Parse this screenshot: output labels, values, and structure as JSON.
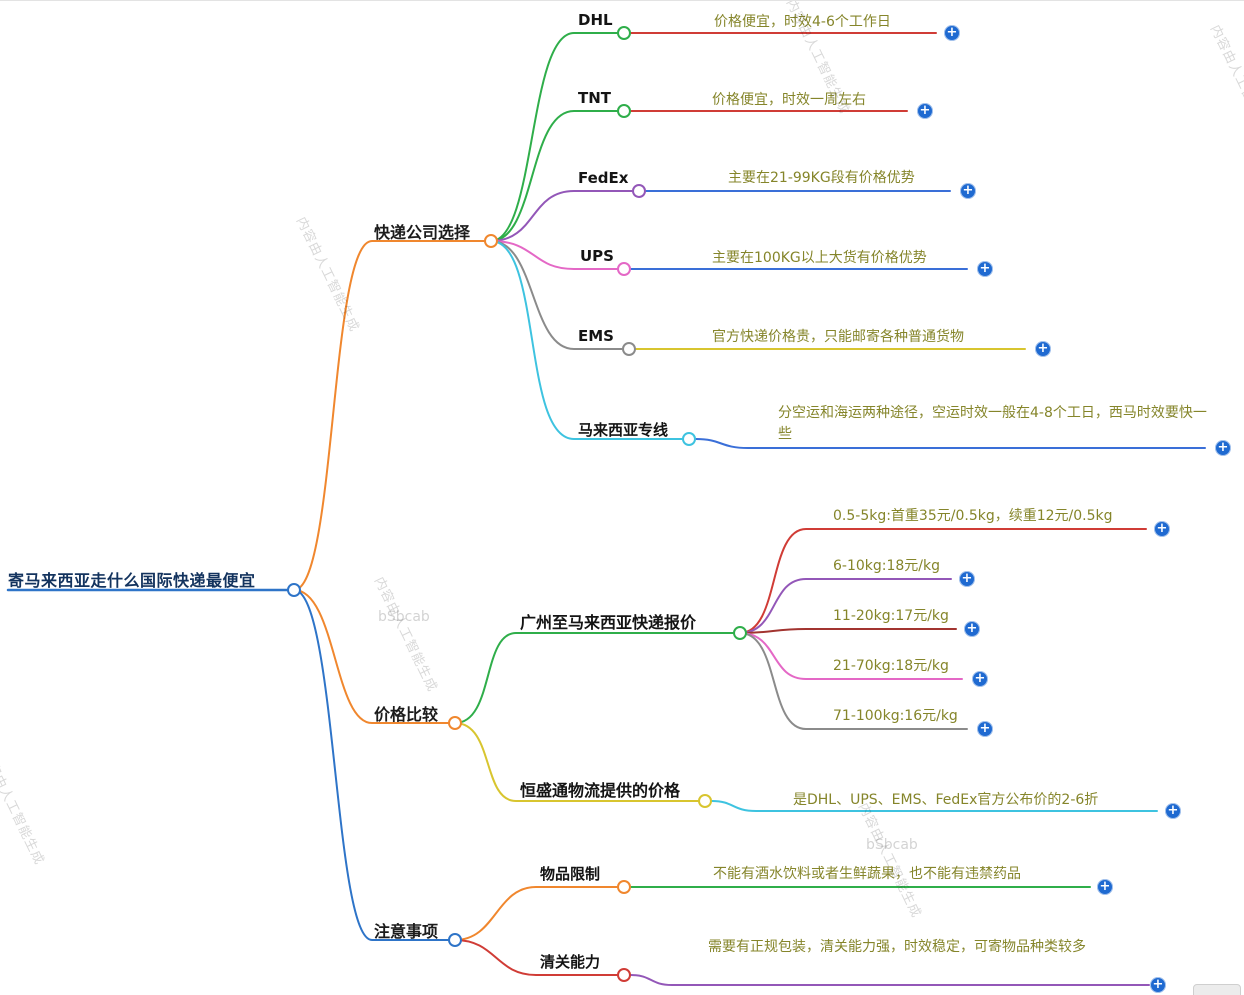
{
  "root": {
    "label": "寄马来西亚走什么国际快递最便宜"
  },
  "branches": {
    "express": {
      "label": "快递公司选择",
      "children": {
        "dhl": {
          "label": "DHL",
          "desc": "价格便宜，时效4-6个工作日"
        },
        "tnt": {
          "label": "TNT",
          "desc": "价格便宜，时效一周左右"
        },
        "fedex": {
          "label": "FedEx",
          "desc": "主要在21-99KG段有价格优势"
        },
        "ups": {
          "label": "UPS",
          "desc": "主要在100KG以上大货有价格优势"
        },
        "ems": {
          "label": "EMS",
          "desc": "官方快递价格贵，只能邮寄各种普通货物"
        },
        "special_line": {
          "label": "马来西亚专线",
          "desc": "分空运和海运两种途径，空运时效一般在4-8个工日，西马时效要快一些"
        }
      }
    },
    "price": {
      "label": "价格比较",
      "children": {
        "gz_quote": {
          "label": "广州至马来西亚快递报价",
          "tiers": {
            "t1": "0.5-5kg:首重35元/0.5kg，续重12元/0.5kg",
            "t2": "6-10kg:18元/kg",
            "t3": "11-20kg:17元/kg",
            "t4": "21-70kg:18元/kg",
            "t5": "71-100kg:16元/kg"
          }
        },
        "hst": {
          "label": "恒盛通物流提供的价格",
          "desc": "是DHL、UPS、EMS、FedEx官方公布价的2-6折"
        }
      }
    },
    "notes": {
      "label": "注意事项",
      "children": {
        "restrict": {
          "label": "物品限制",
          "desc": "不能有酒水饮料或者生鲜蔬果，也不能有违禁药品"
        },
        "customs": {
          "label": "清关能力",
          "desc": "需要有正规包装，清关能力强，时效稳定，可寄物品种类较多"
        }
      }
    }
  },
  "watermark": {
    "ai": "内容由人工智能生成",
    "brand": "bSbcab"
  },
  "ui": {
    "plus": "+"
  },
  "colors": {
    "blue": "#2e74c8",
    "orange": "#f0872e",
    "green": "#2fae4a",
    "red": "#d03c36",
    "dark_red": "#a23430",
    "purple": "#9357b8",
    "pink": "#e468c6",
    "gray": "#8b8b8b",
    "yellow": "#d8c52f",
    "cyan": "#3ec3e0",
    "link_blue": "#3a6fd8",
    "plus_bg": "#1f6ad1",
    "desc_text": "#85852a"
  }
}
